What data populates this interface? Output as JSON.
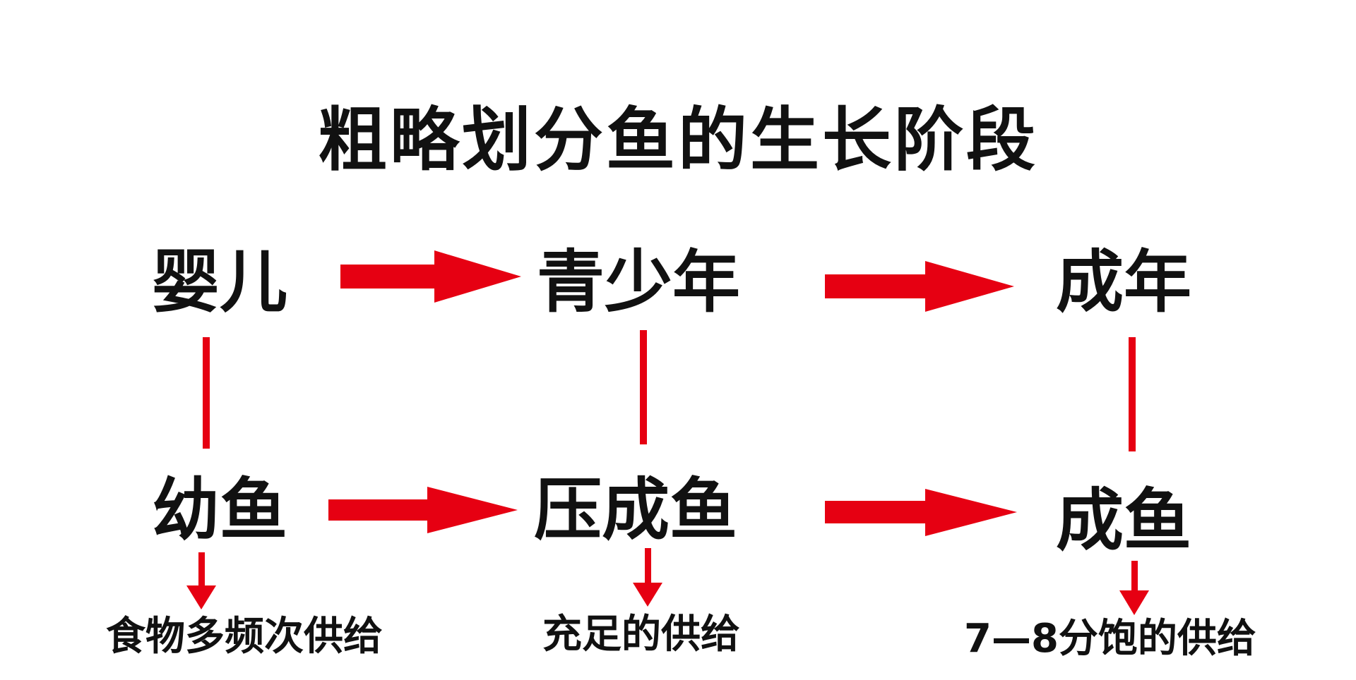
{
  "title": "粗略划分鱼的生长阶段",
  "colors": {
    "arrow": "#e60012",
    "text": "#111111",
    "background": "#ffffff"
  },
  "top_row": [
    "婴儿",
    "青少年",
    "成年"
  ],
  "bottom_row": [
    "幼鱼",
    "压成鱼",
    "成鱼"
  ],
  "notes": [
    "食物多频次供给",
    "充足的供给",
    "7—8分饱的供给"
  ]
}
